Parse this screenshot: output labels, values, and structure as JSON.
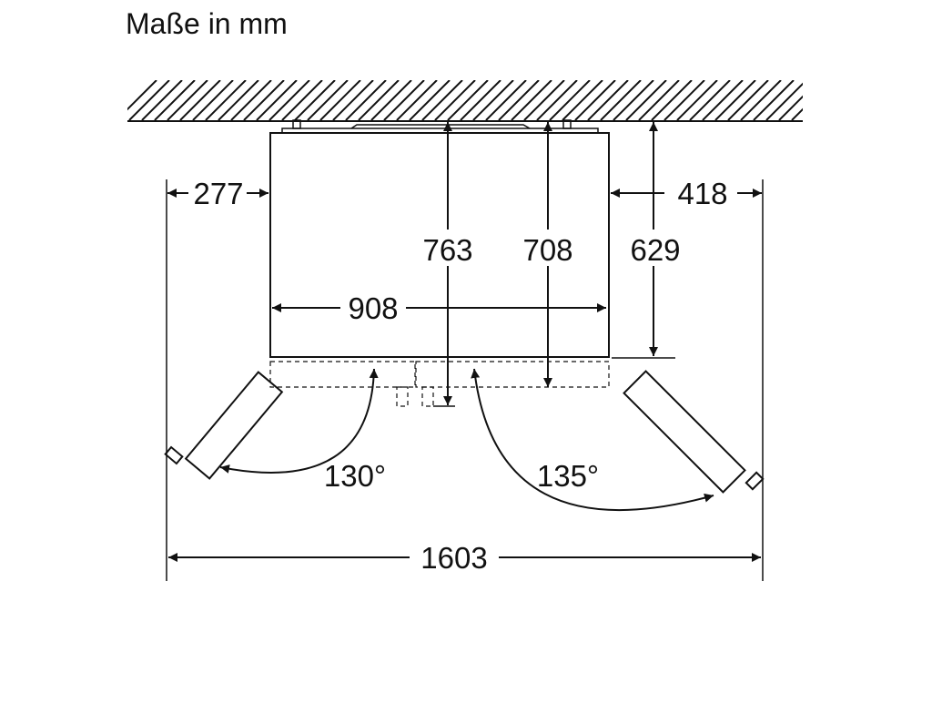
{
  "title": "Maße in mm",
  "dimensions": {
    "left_clearance": "277",
    "right_clearance": "418",
    "depth_total": "763",
    "depth_door_open": "708",
    "depth_body": "629",
    "body_width": "908",
    "total_width": "1603",
    "left_door_angle": "130°",
    "right_door_angle": "135°"
  },
  "colors": {
    "line": "#111111",
    "background": "#ffffff"
  }
}
